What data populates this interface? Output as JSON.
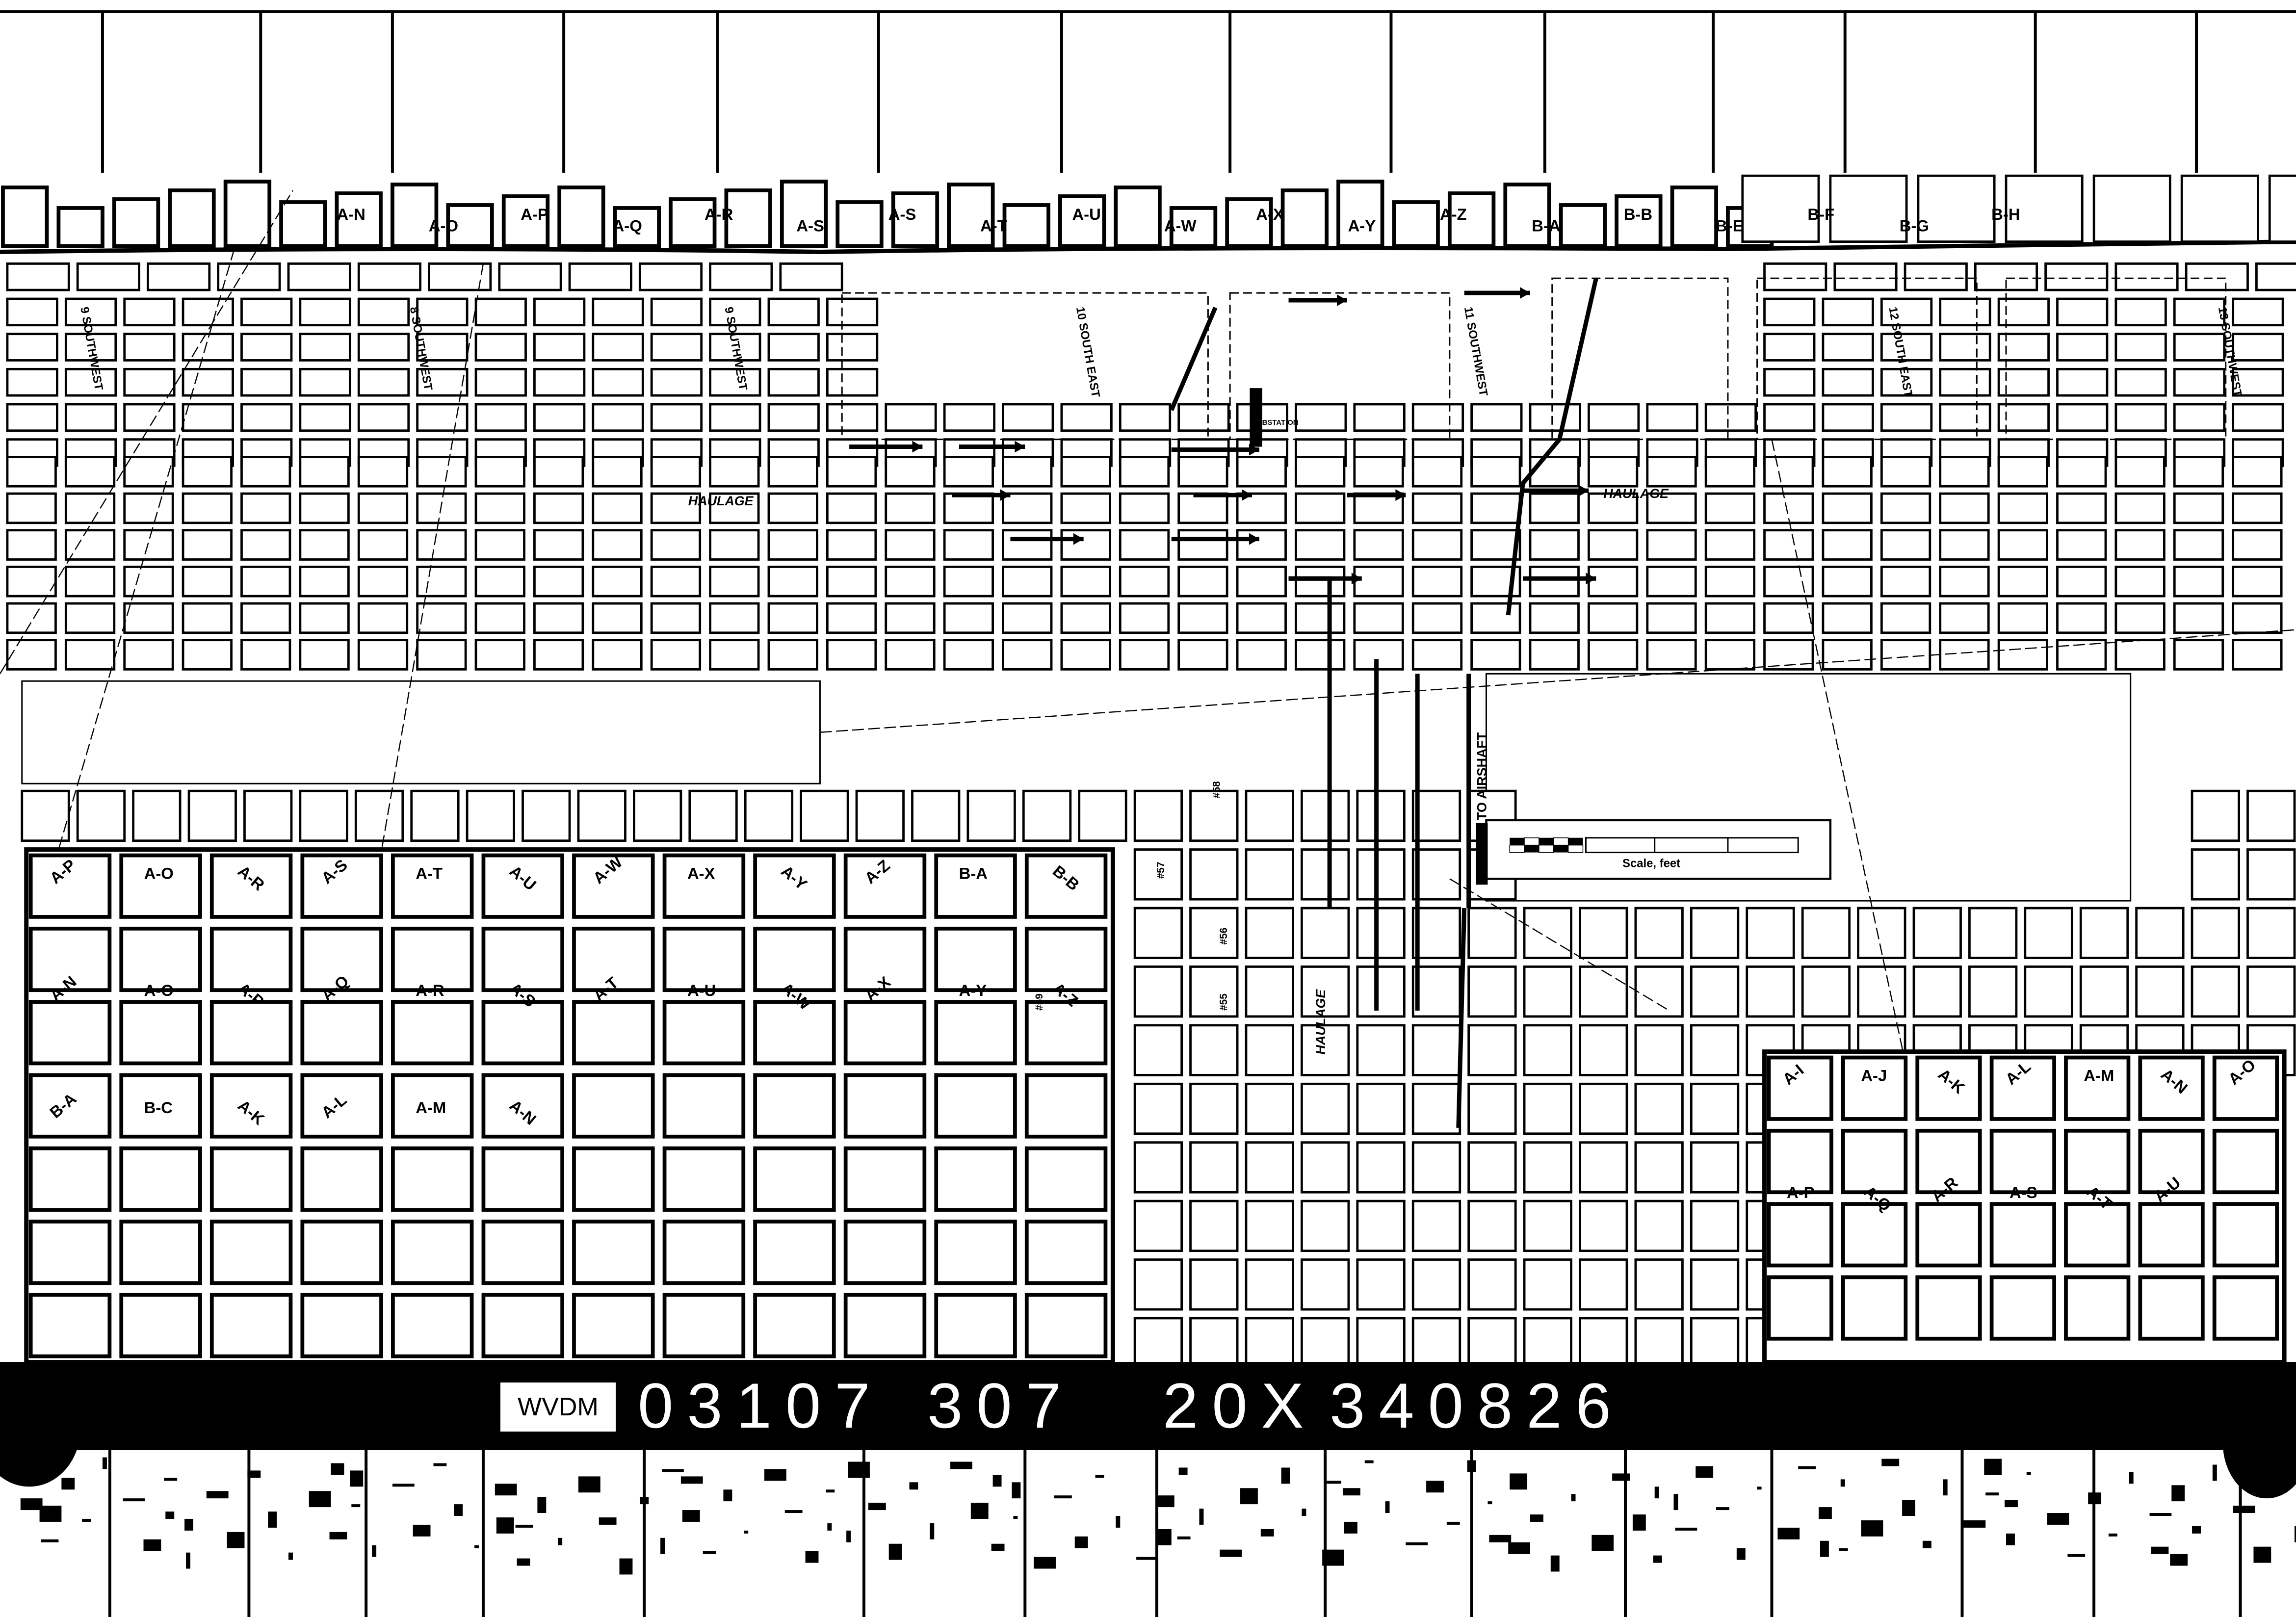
{
  "map": {
    "top_panel_labels": [
      "A-N",
      "A-O",
      "A-P",
      "A-Q",
      "A-R",
      "A-S",
      "A-S",
      "A-T",
      "A-U",
      "A-W",
      "A-X",
      "A-Y",
      "A-Z",
      "B-A",
      "B-B",
      "B-E",
      "B-F",
      "B-G",
      "B-H"
    ],
    "section_labels": [
      "9 SOUTHWEST",
      "8 SOUTHWEST",
      "9 SOUTHWEST",
      "10 SOUTH EAST",
      "11 SOUTHWEST",
      "12 SOUTH EAST",
      "13 SOUTHWEST"
    ],
    "haulage_labels": [
      "HAULAGE",
      "HAULAGE",
      "HAULAGE"
    ],
    "substation_label": "SUBSTATION",
    "airshaft_label": "TO AIRSHAFT",
    "scale_label": "Scale, feet",
    "lower_left_panel_labels": [
      "A-P",
      "A-O",
      "A-R",
      "A-S",
      "A-T",
      "A-U",
      "A-W",
      "A-X",
      "A-Y",
      "A-Z",
      "B-A",
      "B-B",
      "A-N",
      "A-O",
      "A-P",
      "A-Q",
      "A-R",
      "A-S",
      "A-T",
      "A-U",
      "A-W",
      "A-X",
      "A-Y",
      "A-Z",
      "B-A",
      "B-C",
      "A-K",
      "A-L",
      "A-M",
      "A-N"
    ],
    "lower_right_panel_labels": [
      "A-I",
      "A-J",
      "A-K",
      "A-L",
      "A-M",
      "A-N",
      "A-O",
      "A-P",
      "A-Q",
      "A-R",
      "A-S",
      "A-T",
      "A-U"
    ],
    "room_numbers": [
      "#57",
      "#56",
      "#55",
      "#58",
      "#59"
    ]
  },
  "film_label": {
    "prefix": "WVDM",
    "group1": "03107",
    "group2": "307",
    "group3": "20X",
    "group4": "340826"
  }
}
